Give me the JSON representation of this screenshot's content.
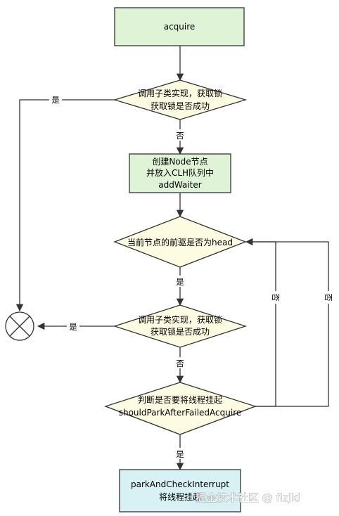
{
  "colors": {
    "process_green": "#dff3d6",
    "decision_yellow": "#fdfbe2",
    "final_cyan": "#d7f1f5",
    "stroke": "#333333"
  },
  "nodes": {
    "acquire": "acquire",
    "decision1": {
      "line1": "调用子类实现，获取锁",
      "line2": "获取锁是否成功"
    },
    "add_waiter": {
      "line1": "创建Node节点",
      "line2": "并放入CLH队列中",
      "line3": "addWaiter"
    },
    "decision2": "当前节点的前驱是否为head",
    "decision3": {
      "line1": "调用子类实现，获取锁",
      "line2": "获取锁是否成功"
    },
    "decision4": {
      "line1": "判断是否要将线程挂起",
      "line2": "shouldParkAfterFailedAcquire"
    },
    "park": {
      "line1": "parkAndCheckInterrupt",
      "line2": "将线程挂起"
    },
    "end_icon": "x-circle-icon"
  },
  "edges": {
    "d1_yes": "是",
    "d1_no": "否",
    "d2_yes": "是",
    "d2_no_inner": "否",
    "d2_no_outer": "否",
    "d3_yes": "是",
    "d3_no": "否",
    "d4_yes": "是"
  },
  "watermark": "掘金技术社区 @ flzjkl"
}
